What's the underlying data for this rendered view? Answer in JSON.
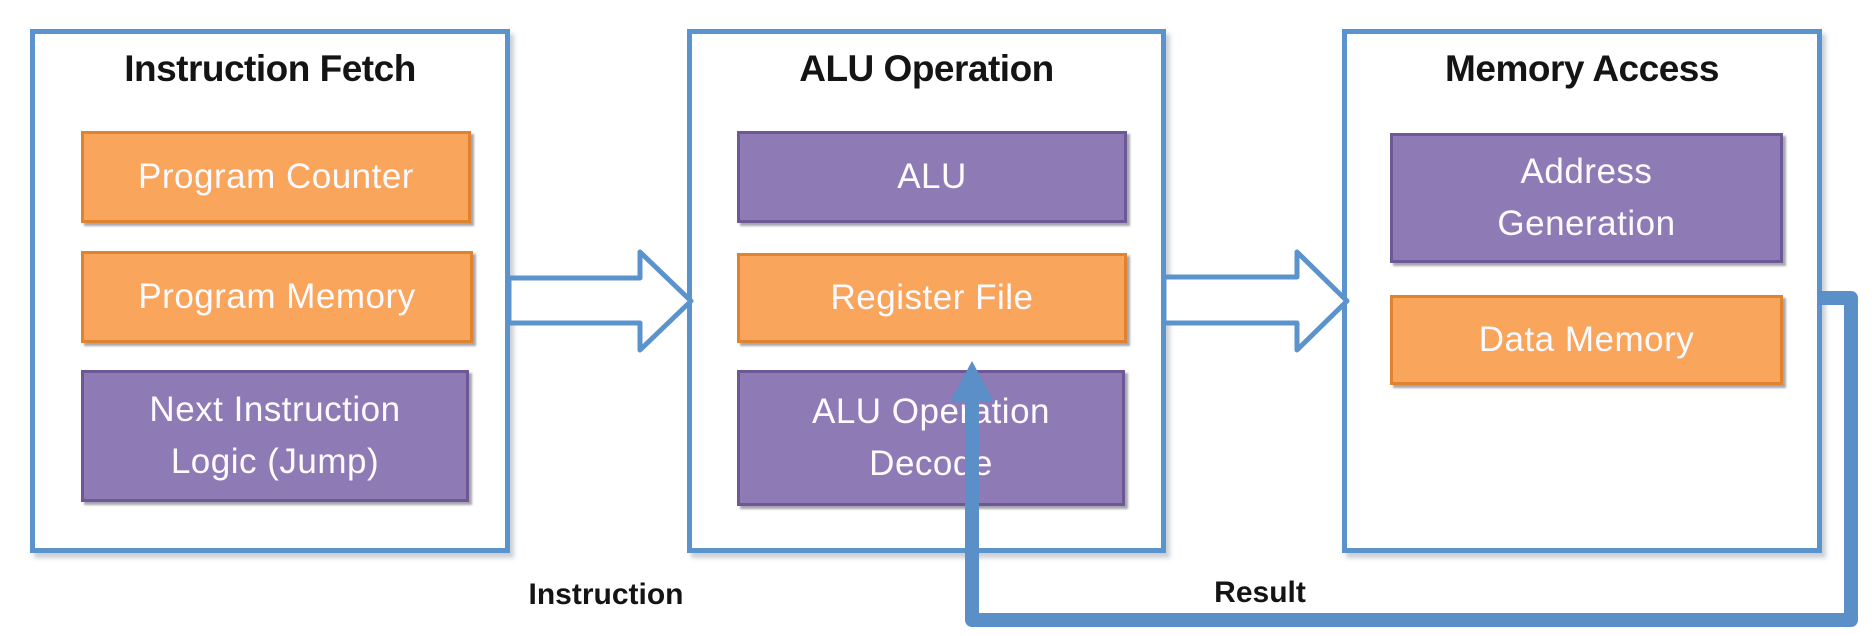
{
  "diagram": {
    "panels": [
      {
        "title": "Instruction Fetch",
        "blocks": [
          {
            "label": "Program Counter",
            "color": "orange"
          },
          {
            "label": "Program Memory",
            "color": "orange"
          },
          {
            "label": "Next Instruction\nLogic (Jump)",
            "color": "purple"
          }
        ]
      },
      {
        "title": "ALU Operation",
        "blocks": [
          {
            "label": "ALU",
            "color": "purple"
          },
          {
            "label": "Register File",
            "color": "orange"
          },
          {
            "label": "ALU Operation\nDecode",
            "color": "purple"
          }
        ]
      },
      {
        "title": "Memory Access",
        "blocks": [
          {
            "label": "Address\nGeneration",
            "color": "purple"
          },
          {
            "label": "Data Memory",
            "color": "orange"
          }
        ]
      }
    ],
    "flow_labels": {
      "instruction": "Instruction",
      "result": "Result"
    },
    "colors": {
      "panel_border": "#5b93cc",
      "orange_fill": "#f9a55b",
      "orange_border": "#e0832f",
      "purple_fill": "#8e7bb5",
      "purple_border": "#6b5894",
      "connector_blue": "#5b8fc8",
      "block_text": "#fdfbff",
      "title_text": "#141414"
    }
  }
}
